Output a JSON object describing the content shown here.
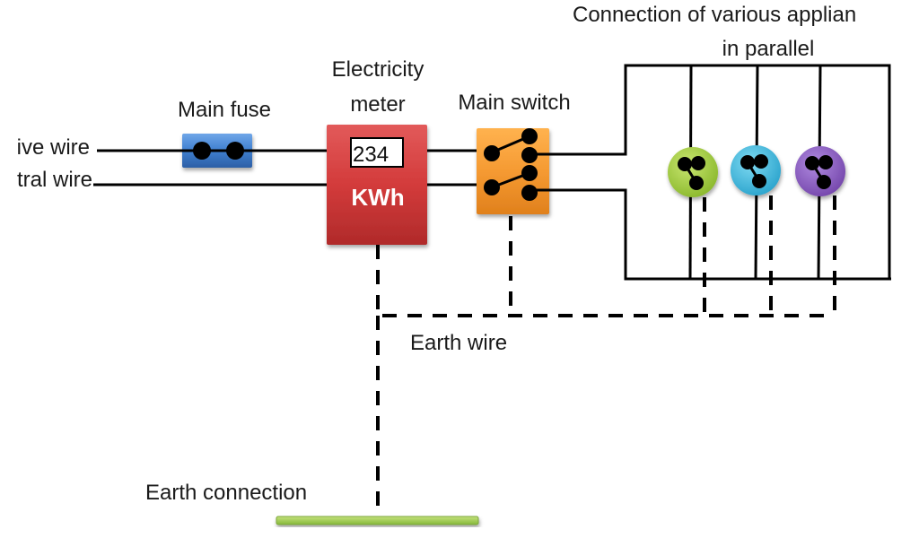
{
  "labels": {
    "live_wire": "ive wire",
    "neutral_wire": "tral wire",
    "main_fuse": "Main fuse",
    "meter_line1": "Electricity",
    "meter_line2": "meter",
    "main_switch": "Main switch",
    "appliances_line1": "Connection of various applian",
    "appliances_line2": "in parallel",
    "earth_wire": "Earth wire",
    "earth_connection": "Earth connection"
  },
  "meter": {
    "reading": "234",
    "unit": "KWh"
  },
  "colors": {
    "fuse": "#3f7fcf",
    "meter": "#d33b3b",
    "switch": "#f59a32",
    "earth_plate": "#9acd4a",
    "appliances": [
      "#9ccb3a",
      "#3cb8dd",
      "#8a5bbf"
    ]
  },
  "appliances": [
    {
      "name": "appliance-1",
      "color": "#9ccb3a"
    },
    {
      "name": "appliance-2",
      "color": "#3cb8dd"
    },
    {
      "name": "appliance-3",
      "color": "#8a5bbf"
    }
  ]
}
